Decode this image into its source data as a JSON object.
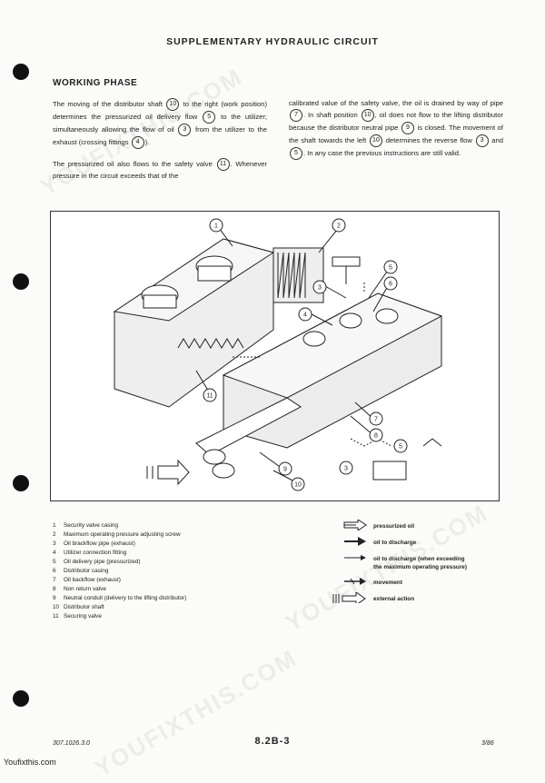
{
  "header": "SUPPLEMENTARY HYDRAULIC CIRCUIT",
  "section_title": "WORKING PHASE",
  "para1": {
    "t1": "The moving of the distributor shaft",
    "n1": "10",
    "t2": "to the right (work position) determines the pressurized oil delivery flow",
    "n2": "5",
    "t3": "to the utilizer; simultaneously allowing the flow of oil",
    "n3": "3",
    "t4": "from the utilizer to the exhaust (crossing fittings",
    "n4": "4",
    "t5": ")."
  },
  "para2": {
    "t1": "The pressurized oil also flows to the safety valve",
    "n1": "11",
    "t2": ". Whenever pressure in the circuit exceeds that of the"
  },
  "para3": {
    "t1": "calibrated value of the safety valve, the oil is drained by way of pipe",
    "n1": "7",
    "t2": ". In shaft position",
    "n2": "10",
    "t3": ", oil does not flow to the lifting distributor because the distributor neutral pipe",
    "n3": "9",
    "t4": "is closed. The movement of the shaft towards the left",
    "n4": "10",
    "t5": "determines the reverse flow",
    "n5": "3",
    "t6": "and",
    "n6": "5",
    "t7": ". In any case the previous instructions are still valid."
  },
  "callouts": [
    "1",
    "2",
    "3",
    "4",
    "5",
    "6",
    "7",
    "8",
    "5",
    "3",
    "9",
    "10",
    "11"
  ],
  "legend": [
    {
      "n": "1",
      "text": "Security valve casing"
    },
    {
      "n": "2",
      "text": "Maximum operating pressure adjusting screw"
    },
    {
      "n": "3",
      "text": "Oil brackflow pipe (exhaust)"
    },
    {
      "n": "4",
      "text": "Utilizer connection fitting"
    },
    {
      "n": "5",
      "text": "Oil delivery pipe (pressurized)"
    },
    {
      "n": "6",
      "text": "Distributor casing"
    },
    {
      "n": "7",
      "text": "Oil backflow (exhaust)"
    },
    {
      "n": "8",
      "text": "Non return valve"
    },
    {
      "n": "9",
      "text": "Neutral conduit (delivery to the lifting distributor)"
    },
    {
      "n": "10",
      "text": "Distributor shaft"
    },
    {
      "n": "11",
      "text": "Securing valve"
    }
  ],
  "key": {
    "pressurized": "pressurized oil",
    "discharge": "oil to discharge",
    "discharge_exceed_1": "oil to discharge (when exceeding",
    "discharge_exceed_2": "the maximum operating pressure)",
    "movement": "movement",
    "external": "external action"
  },
  "footer": {
    "doc_number": "307.1026.3.0",
    "page": "8.2B-3",
    "date": "3/86",
    "site": "Youfixthis.com"
  },
  "watermark": "YOUFIXTHIS.COM"
}
